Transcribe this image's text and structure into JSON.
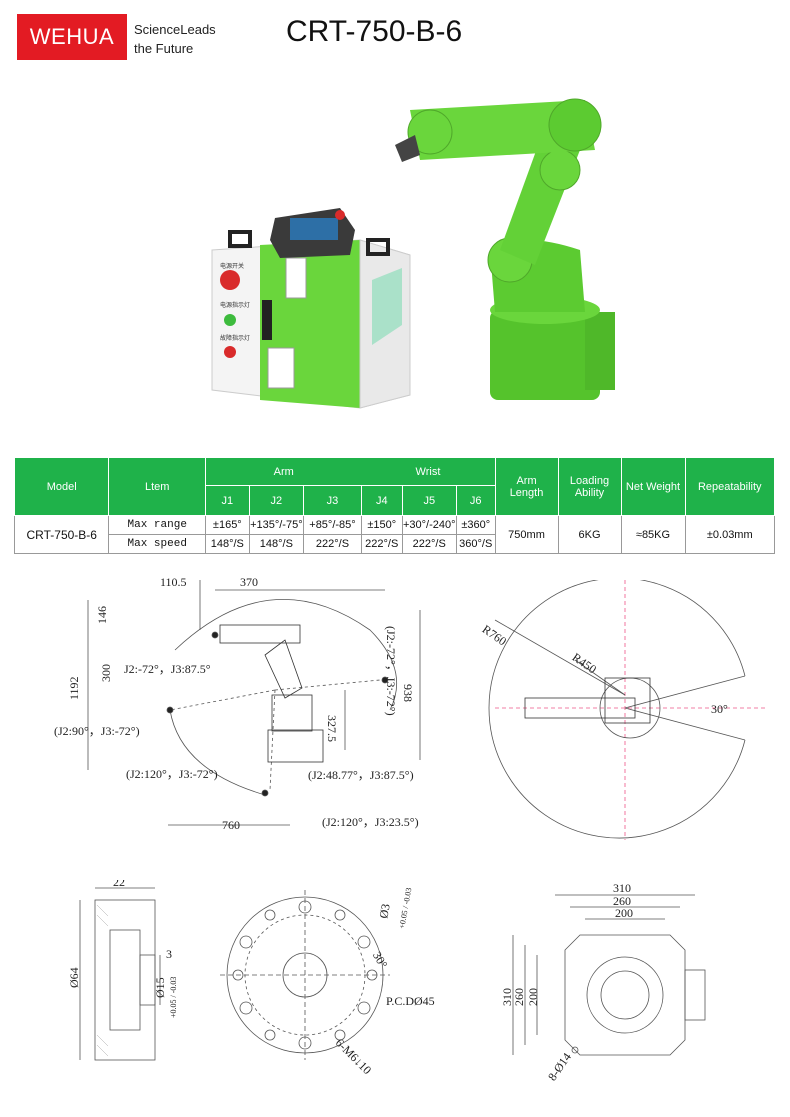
{
  "brand": {
    "logo": "WEHUA",
    "slogan_line1": "ScienceLeads",
    "slogan_line2": "the Future"
  },
  "title": "CRT-750-B-6",
  "panel_labels": [
    "电源开关",
    "电源指示灯",
    "故障指示灯"
  ],
  "table": {
    "h_model": "Model",
    "h_item": "Ltem",
    "h_arm": "Arm",
    "h_wrist": "Wrist",
    "h_arm_length": [
      "Arm",
      "Length"
    ],
    "h_loading": [
      "Loading",
      "Ability"
    ],
    "h_net_weight": "Net Weight",
    "h_repeat": "Repeatability",
    "joints": [
      "J1",
      "J2",
      "J3",
      "J4",
      "J5",
      "J6"
    ],
    "model": "CRT-750-B-6",
    "row_range_label": "Max range",
    "row_speed_label": "Max speed",
    "range": [
      "±165°",
      "+135°/-75°",
      "+85°/-85°",
      "±150°",
      "+30°/-240°",
      "±360°"
    ],
    "speed": [
      "148°/S",
      "148°/S",
      "222°/S",
      "222°/S",
      "222°/S",
      "360°/S"
    ],
    "arm_length": "750mm",
    "loading": "6KG",
    "net_weight": "≈85KG",
    "repeatability": "±0.03mm"
  },
  "side_view": {
    "d1": "110.5",
    "d2": "370",
    "d3": "146",
    "d4": "300",
    "d5": "1192",
    "d6": "938",
    "d7": "327.5",
    "d8": "760",
    "a1": "J2:-72°，J3:87.5°",
    "a2": "(J2:90°，J3:-72°)",
    "a3": "(J2:-72°，J3:-72°)",
    "a4": "(J2:120°，J3:-72°)",
    "a5": "(J2:48.77°，J3:87.5°)",
    "a6": "(J2:120°，J3:23.5°)"
  },
  "top_view": {
    "r1": "R760",
    "r2": "R450",
    "angle": "30°"
  },
  "flange_side": {
    "d1": "22",
    "d2": "3",
    "d3": "Ø64",
    "d4": "Ø15",
    "tol": "+0.05 / -0.03"
  },
  "flange_front": {
    "d1": "Ø3",
    "tol": "+0.05 / -0.03",
    "d2": "30°",
    "d3": "P.C.DØ45",
    "d4": "6-M6↓10"
  },
  "base": {
    "w1": "310",
    "w2": "260",
    "w3": "200",
    "h1": "310",
    "h2": "260",
    "h3": "200",
    "holes": "8-Ø14"
  }
}
